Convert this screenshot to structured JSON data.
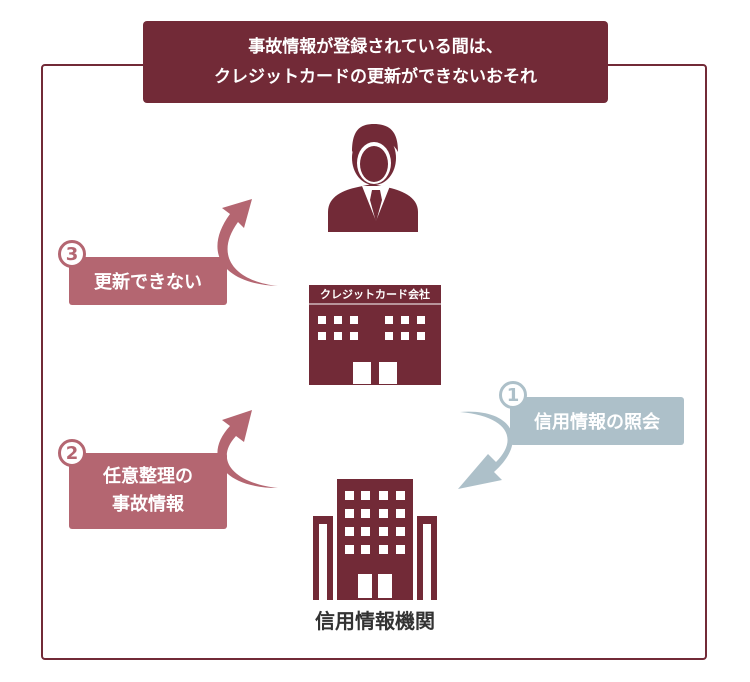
{
  "title": {
    "line1": "事故情報が登録されている間は、",
    "line2": "クレジットカードの更新ができないおそれ"
  },
  "company_sign": "クレジットカード会社",
  "agency_label": "信用情報機関",
  "step1": {
    "number": "1",
    "label": "信用情報の照会"
  },
  "step2": {
    "number": "2",
    "line1": "任意整理の",
    "line2": "事故情報"
  },
  "step3": {
    "number": "3",
    "label": "更新できない"
  },
  "colors": {
    "maroon": "#722a37",
    "pink": "#b46671",
    "blue": "#adc0c9"
  },
  "icons": [
    "person-icon",
    "company-building-icon",
    "agency-building-icon"
  ]
}
